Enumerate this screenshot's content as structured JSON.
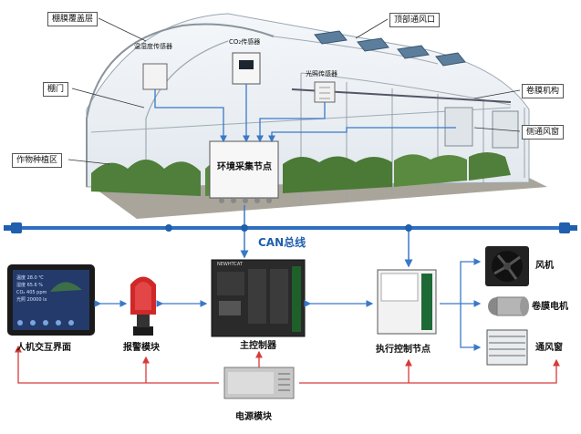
{
  "greenhouse": {
    "film_cover": "棚膜覆盖层",
    "door": "棚门",
    "crop_area": "作物种植区",
    "top_vent": "顶部通风口",
    "roll_film": "卷膜机构",
    "side_vent": "侧通风窗",
    "temp_humidity_sensor": "温湿度传感器",
    "co2_sensor": "CO₂传感器",
    "light_sensor": "光照传感器",
    "env_node": "环境采集节点"
  },
  "bus": {
    "label": "CAN总线"
  },
  "devices": {
    "hmi": "人机交互界面",
    "alarm": "报警模块",
    "main_controller": "主控制器",
    "exec_node": "执行控制节点",
    "power": "电源模块",
    "fan": "风机",
    "roll_motor": "卷膜电机",
    "vent_window": "通风窗"
  },
  "hmi_screen": {
    "rows": [
      "温度 28.0 ℃",
      "湿度 65.6 %",
      "CO₂ 405 ppm",
      "光照 20000 lx"
    ]
  },
  "controller_brand": "NEWHTCAT",
  "colors": {
    "bus_blue": "#2f6fc0",
    "power_red": "#d83a3a",
    "arrow_blue": "#3a78c8"
  }
}
